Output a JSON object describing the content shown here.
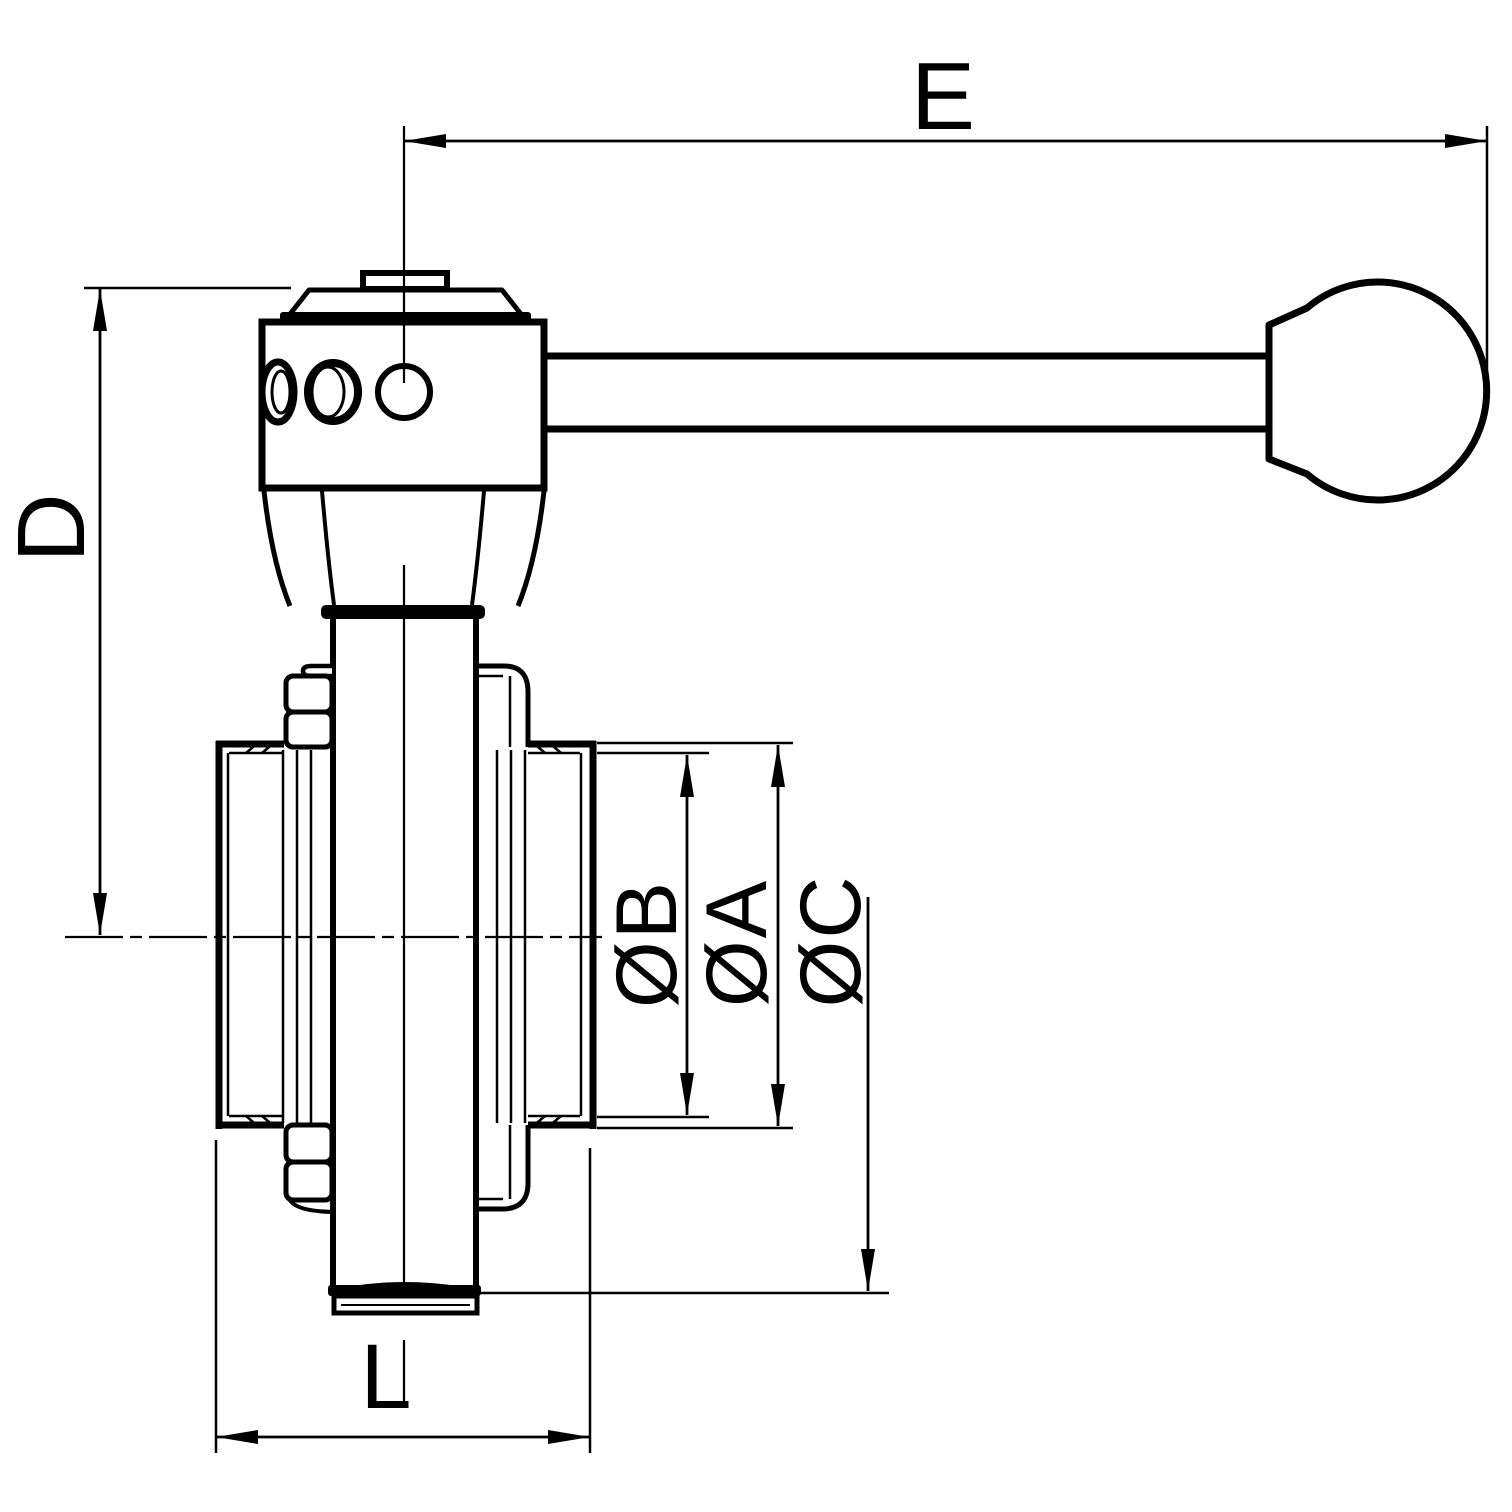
{
  "drawing": {
    "background_color": "#ffffff",
    "line_color": "#000000",
    "dimension_labels": {
      "e": "E",
      "d": "D",
      "diameter_b": "ØB",
      "diameter_a": "ØA",
      "diameter_c": "ØC",
      "l": "L"
    }
  }
}
